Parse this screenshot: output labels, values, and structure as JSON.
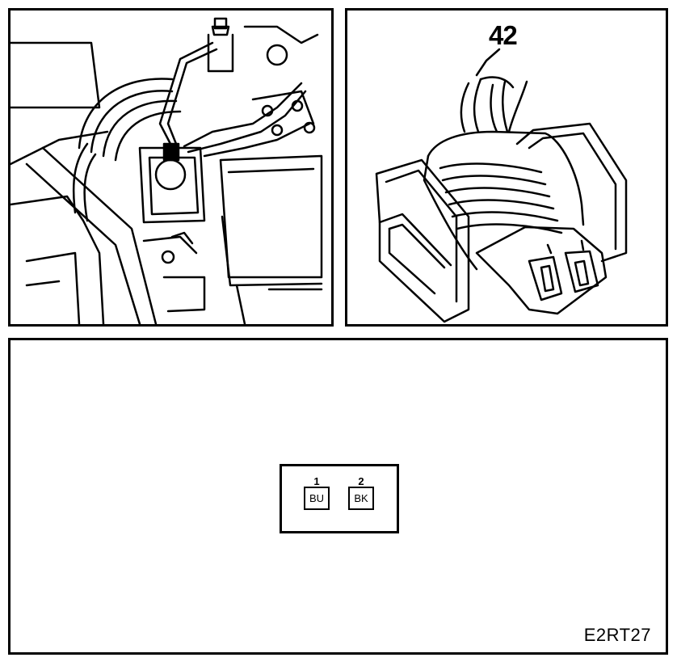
{
  "callout": "42",
  "connector": {
    "pins": [
      {
        "number": "1",
        "wire": "BU"
      },
      {
        "number": "2",
        "wire": "BK"
      }
    ]
  },
  "figure_id": "E2RT27",
  "colors": {
    "line": "#000000",
    "background": "#ffffff"
  }
}
